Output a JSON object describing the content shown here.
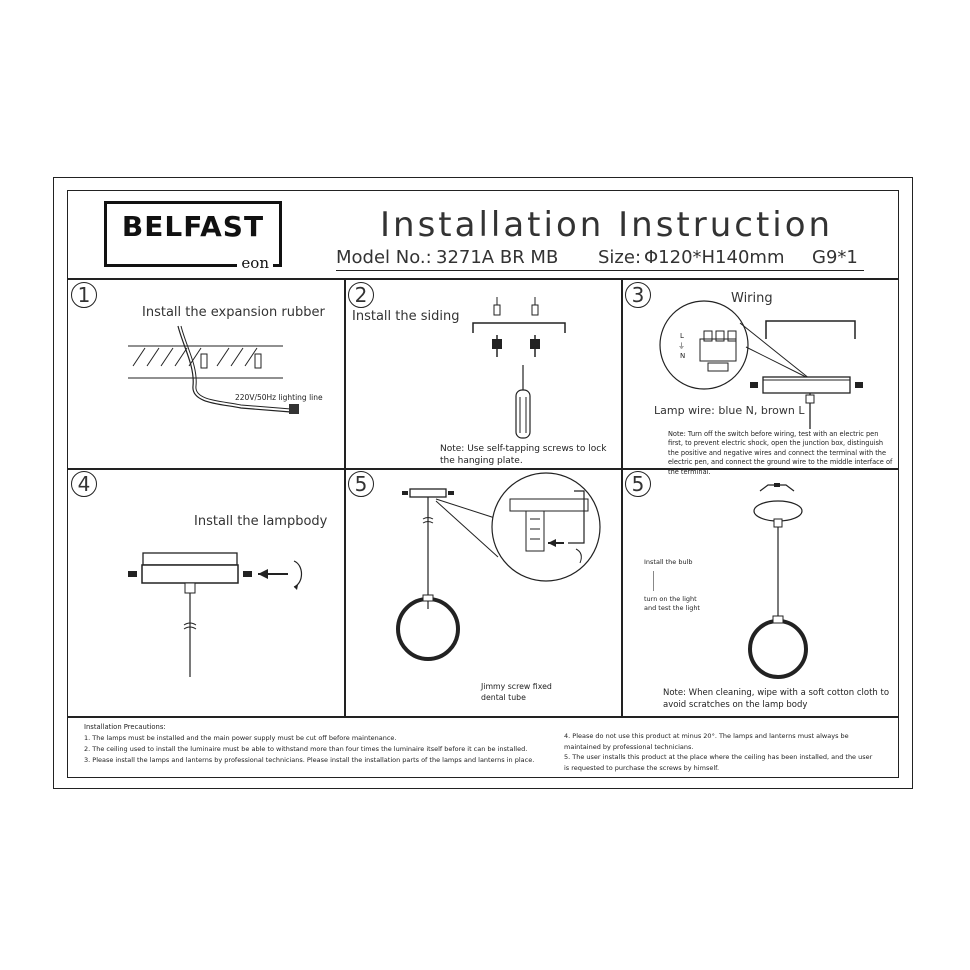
{
  "brand": {
    "logo_word": "BELFAST",
    "logo_sub": "eon"
  },
  "header": {
    "title": "Installation Instruction",
    "model_label": "Model No.:",
    "model_value": "3271A BR MB",
    "size_label": "Size:",
    "size_value": "Φ120*H140mm",
    "bulb": "G9*1"
  },
  "steps": [
    {
      "number": "1",
      "title": "Install the expansion rubber",
      "callout": "220V/50Hz lighting line"
    },
    {
      "number": "2",
      "title": "Install the siding",
      "note": "Note: Use self-tapping screws to lock the hanging plate."
    },
    {
      "number": "3",
      "title": "Wiring",
      "wire_text": "Lamp wire: blue N, brown L",
      "terminal_labels": [
        "L",
        "⏚",
        "N"
      ],
      "note": "Note: Turn off the switch before wiring, test with an electric pen first, to prevent electric shock, open the junction box, distinguish the positive and negative wires and connect the terminal with the electric pen, and connect the ground wire to the middle interface of the terminal."
    },
    {
      "number": "4",
      "title": "Install the lampbody"
    },
    {
      "number": "5",
      "callout": "Jimmy screw fixed dental tube"
    },
    {
      "number": "5",
      "bulb_text": "Install the bulb",
      "test_text": "turn on the light and test the light",
      "note": "Note: When cleaning, wipe with a soft cotton cloth to avoid scratches on the lamp body"
    }
  ],
  "precautions": {
    "heading": "Installation Precautions:",
    "left": [
      "1. The lamps must be installed and the main power supply must be cut off before maintenance.",
      "2. The ceiling used to install the luminaire must be able to withstand more than four times the luminaire itself before it can be installed.",
      "3. Please install the lamps and lanterns by professional technicians. Please install the installation parts of the lamps and lanterns in place."
    ],
    "right": [
      "4. Please do not use this product at minus 20°. The lamps and lanterns must always be maintained by professional technicians.",
      "5. The user installs this product at the place where the ceiling has been installed, and the user is requested to purchase the screws by himself."
    ]
  }
}
